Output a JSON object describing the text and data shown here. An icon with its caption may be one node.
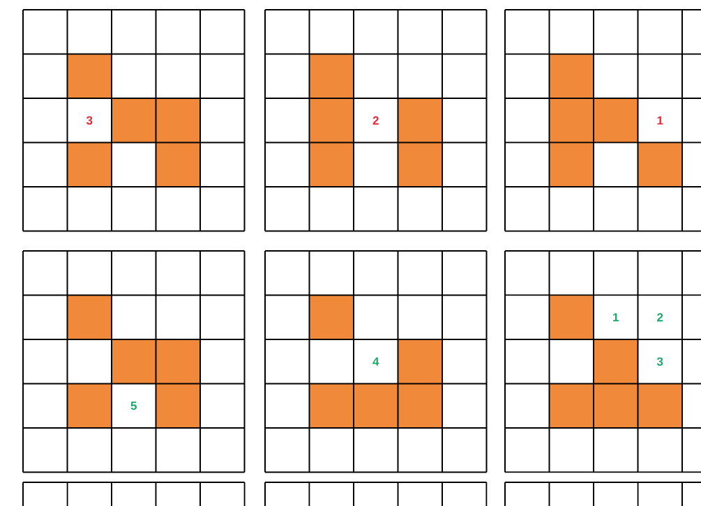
{
  "diagram": {
    "labels": [
      "3",
      "2",
      "1",
      "5",
      "4",
      "1",
      "2",
      "3"
    ]
  }
}
